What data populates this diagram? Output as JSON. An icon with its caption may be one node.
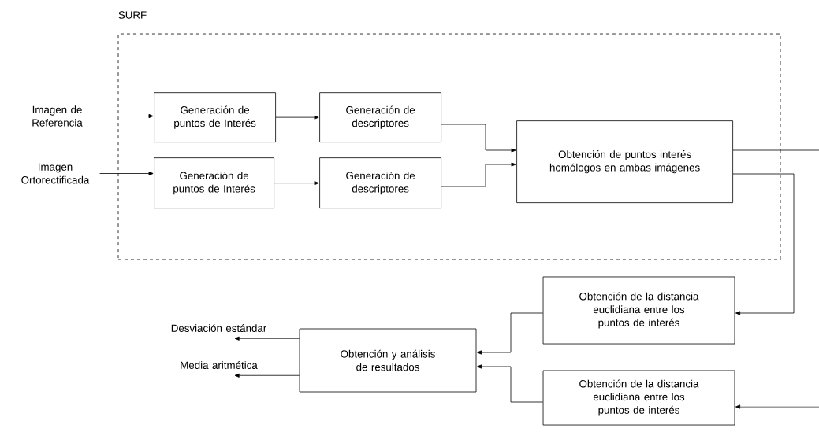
{
  "diagram": {
    "nodes": [
      {
        "text": [
          "SURF"
        ]
      },
      {
        "text": [
          "Imagen de Referencia"
        ]
      },
      {
        "text": [
          "Imagen Ortorectificada"
        ]
      },
      {
        "text": [
          "Generación de puntos de Interés"
        ],
        "in": 0
      },
      {
        "text": [
          "Generación de descriptores"
        ],
        "in": 0
      },
      {
        "text": [
          "Generación de puntos de Interés"
        ],
        "in": 0
      },
      {
        "text": [
          "Generación de descriptores"
        ],
        "in": 0
      },
      {
        "text": [
          "Obtención de puntos interés homólogos en ambas imágenes"
        ],
        "in": 0
      },
      {
        "text": [
          "Obtención de la distancia euclidiana entre los puntos de interés"
        ]
      },
      {
        "text": [
          "Obtención y análisis de resultados"
        ]
      },
      {
        "text": [
          "Obtención de la distancia euclidiana entre los puntos de interés"
        ]
      },
      {
        "text": [
          "Desviación estándar"
        ]
      },
      {
        "text": [
          "Media aritmética"
        ]
      }
    ],
    "edges": [
      {
        "from": 1,
        "to": 3,
        "arrow": "to"
      },
      {
        "from": 2,
        "to": 5,
        "arrow": "to"
      },
      {
        "from": 3,
        "to": 4,
        "arrow": "to"
      },
      {
        "from": 5,
        "to": 6,
        "arrow": "to"
      },
      {
        "from": 4,
        "to": 7,
        "arrow": "to"
      },
      {
        "from": 6,
        "to": 7,
        "arrow": "to"
      },
      {
        "from": 7,
        "to": null,
        "arrow": "none"
      },
      {
        "from": 7,
        "to": 8,
        "arrow": "to"
      },
      {
        "from": null,
        "to": 10,
        "arrow": "to"
      },
      {
        "from": 8,
        "to": 9,
        "arrow": "to"
      },
      {
        "from": 10,
        "to": 9,
        "arrow": "to"
      },
      {
        "from": 9,
        "to": 11,
        "arrow": "to"
      },
      {
        "from": 9,
        "to": 12,
        "arrow": "to"
      }
    ]
  }
}
